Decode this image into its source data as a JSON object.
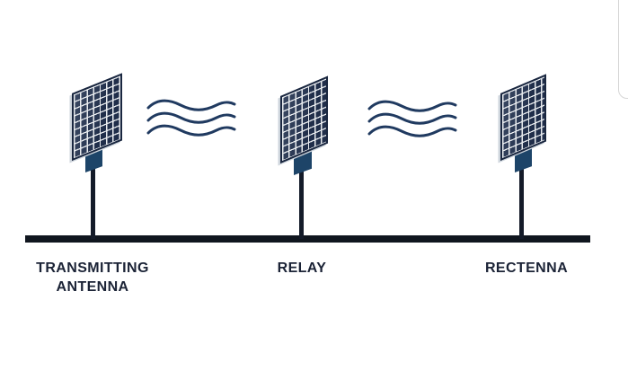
{
  "diagram": {
    "subject": "wireless-power-transmission-diagram",
    "labels": {
      "transmitting": {
        "line1": "TRANSMITTING",
        "line2": "ANTENNA"
      },
      "relay": "RELAY",
      "rectenna": "RECTENNA"
    },
    "icons": {
      "antennas": [
        "antenna-panel-icon",
        "antenna-panel-icon",
        "antenna-panel-icon"
      ],
      "waves": [
        "radio-waves-icon",
        "radio-waves-icon"
      ],
      "scrollbar": "scrollbar-thumb"
    },
    "colors": {
      "background": "#ffffff",
      "panel_fill": "#202e4a",
      "panel_grid_line": "#e9ecef",
      "panel_border": "#1a2740",
      "panel_edge_highlight": "#cfd6dd",
      "mount": "#1d4468",
      "pole": "#141b29",
      "ground_line": "#10161f",
      "wave_stroke": "#203a60",
      "label_text": "#1b2336",
      "scrollbar_edge": "#d6d6d6"
    }
  }
}
